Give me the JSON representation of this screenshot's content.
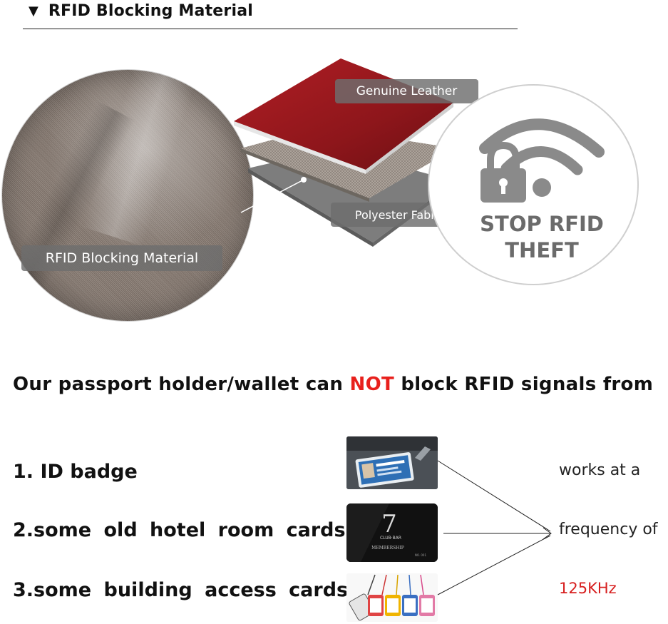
{
  "header": {
    "marker": "▼",
    "title": "RFID Blocking Material"
  },
  "diagram": {
    "material_label": "RFID Blocking Material",
    "layer_top_label": "Genuine Leather",
    "layer_bottom_label": "Polyester Fabric",
    "badge_text_line1": "STOP RFID",
    "badge_text_line2": "THEFT",
    "badge_icon": "lock-wifi-icon"
  },
  "statement": {
    "before": "Our  passport  holder/wallet can ",
    "highlight": "NOT",
    "after": " block RFID signals from",
    "highlight_color": "#e8201c"
  },
  "items": [
    {
      "label": "1. ID badge"
    },
    {
      "label": "2.some  old  hotel  room  cards"
    },
    {
      "label": "3.some  building  access  cards"
    }
  ],
  "thumbnails": {
    "hotel_card_number": "7",
    "hotel_card_brand": "CLUB·BAR",
    "hotel_card_caption": "MEMBERSHIP",
    "hotel_card_no": "NO. 001"
  },
  "notes": {
    "line1": "works at a",
    "line2": "frequency of",
    "line3": "125KHz",
    "line3_color": "#d71f1f"
  }
}
